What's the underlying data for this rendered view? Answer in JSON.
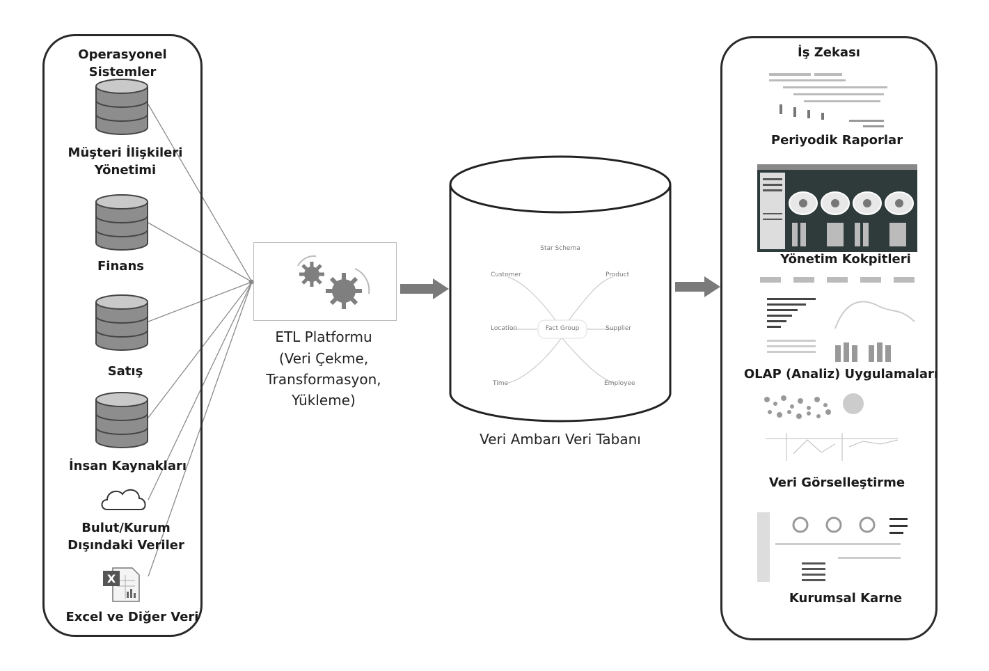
{
  "sources": {
    "title": "Operasyonel Sistemler",
    "items": [
      {
        "label": "Müşteri İlişkileri Yönetimi",
        "icon": "database-icon"
      },
      {
        "label": "Finans",
        "icon": "database-icon"
      },
      {
        "label": "Satış",
        "icon": "database-icon"
      },
      {
        "label": "İnsan Kaynakları",
        "icon": "database-icon"
      },
      {
        "label": "Bulut/Kurum Dışındaki Veriler",
        "icon": "cloud-icon"
      },
      {
        "label": "Excel ve Diğer Veri",
        "icon": "excel-icon"
      }
    ]
  },
  "etl": {
    "title": "ETL Platformu",
    "subtitle_1": "(Veri Çekme,",
    "subtitle_2": "Transformasyon,",
    "subtitle_3": "Yükleme)",
    "icon": "gears-icon"
  },
  "warehouse": {
    "label": "Veri Ambarı Veri Tabanı",
    "schema": {
      "title": "Star Schema",
      "center": "Fact Group",
      "nodes": [
        "Customer",
        "Product",
        "Location",
        "Supplier",
        "Time",
        "Employee"
      ]
    }
  },
  "bi": {
    "title": "İş Zekası",
    "items": [
      {
        "label": "Periyodik Raporlar"
      },
      {
        "label": "Yönetim Kokpitleri"
      },
      {
        "label": "OLAP (Analiz) Uygulamaları"
      },
      {
        "label": "Veri Görselleştirme"
      },
      {
        "label": "Kurumsal Karne"
      }
    ]
  },
  "colors": {
    "line": "#8a8a8a",
    "arrow": "#7a7a7a",
    "panel_border": "#2a2a2a",
    "dashboard_bg": "#2f3b3b"
  }
}
